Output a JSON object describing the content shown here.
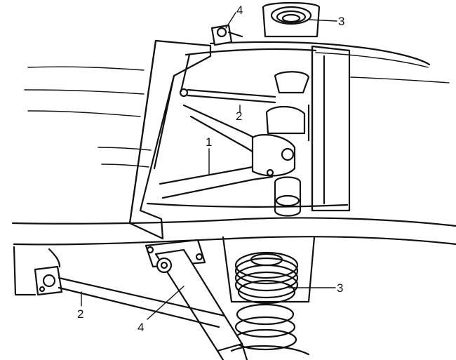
{
  "callouts": [
    {
      "id": "wishbone",
      "label": "1"
    },
    {
      "id": "tie-rod-upper",
      "label": "2"
    },
    {
      "id": "tie-rod-lower",
      "label": "2"
    },
    {
      "id": "coil-spring-upper",
      "label": "3"
    },
    {
      "id": "coil-spring-lower",
      "label": "3"
    },
    {
      "id": "shock-absorber-upper",
      "label": "4"
    },
    {
      "id": "shock-absorber-lower",
      "label": "4"
    }
  ],
  "colors": {
    "ink": "#111111",
    "paper": "#ffffff"
  }
}
